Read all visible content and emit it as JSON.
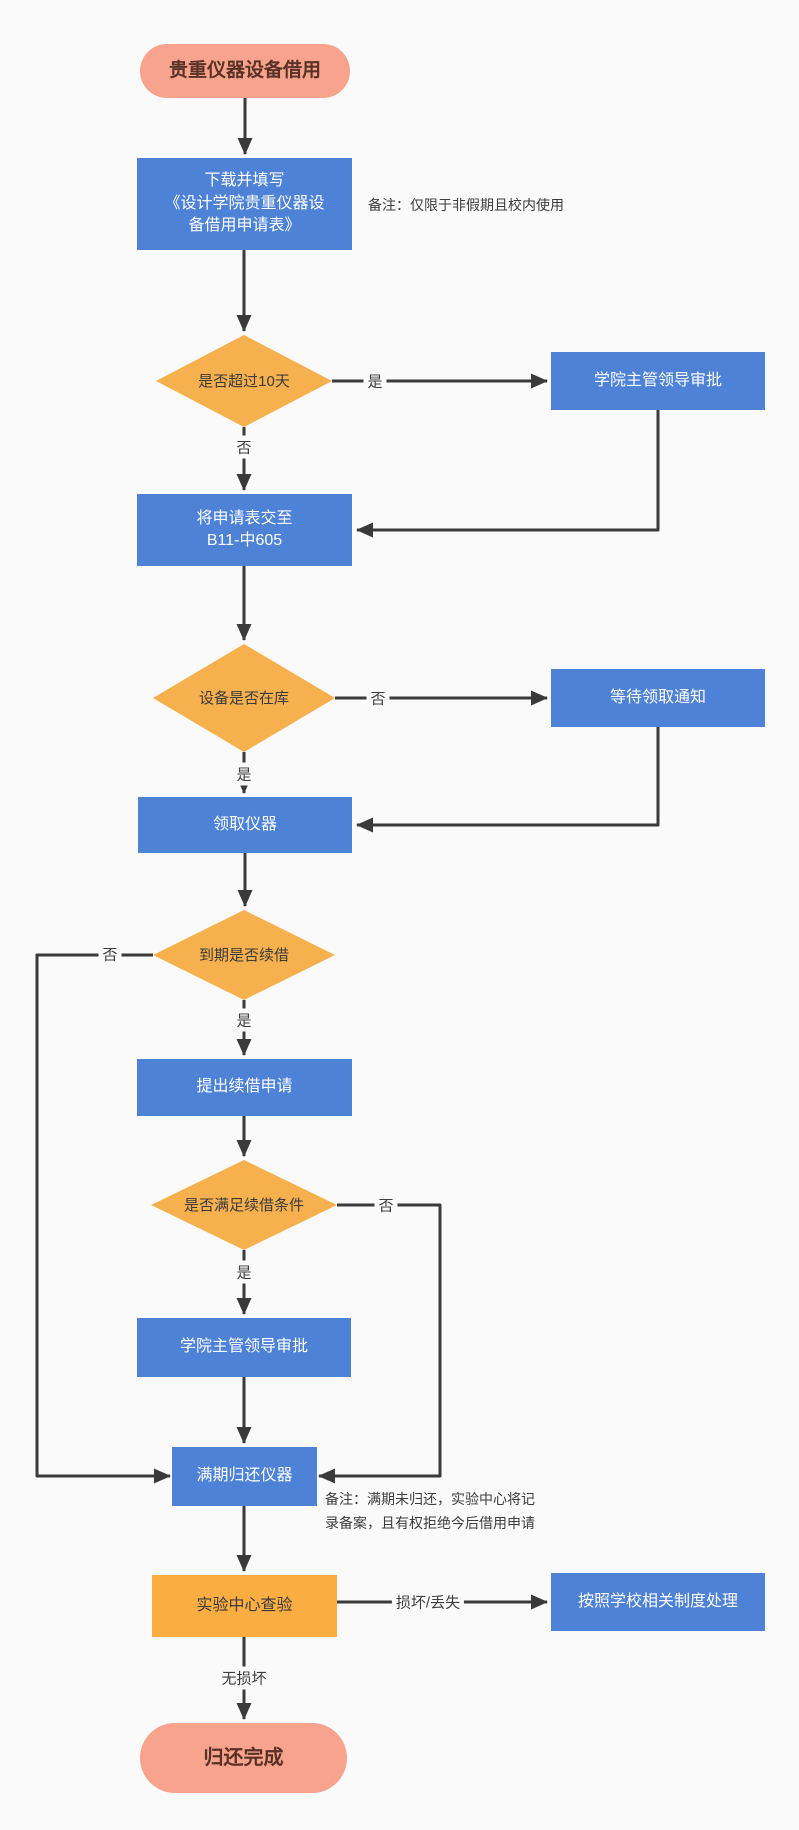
{
  "flow": {
    "nodes": {
      "start": "贵重仪器设备借用",
      "download": "下载并填写\n《设计学院贵重仪器设\n备借用申请表》",
      "decision_over10days": "是否超过10天",
      "approve1": "学院主管领导审批",
      "submit": "将申请表交至\nB11-中605",
      "decision_instock": "设备是否在库",
      "wait_notice": "等待领取通知",
      "pickup": "领取仪器",
      "decision_renew": "到期是否续借",
      "renew_apply": "提出续借申请",
      "decision_renew_ok": "是否满足续借条件",
      "approve2": "学院主管领导审批",
      "return_due": "满期归还仪器",
      "check": "实验中心查验",
      "punish": "按照学校相关制度处理",
      "end": "归还完成"
    },
    "edge_labels": {
      "over10_yes": "是",
      "over10_no": "否",
      "instock_no": "否",
      "instock_yes": "是",
      "renew_no": "否",
      "renew_yes": "是",
      "cond_no": "否",
      "cond_yes": "是",
      "damaged": "损坏/丢失",
      "undamaged": "无损坏"
    },
    "notes": {
      "note1": "备注：仅限于非假期且校内使用",
      "note2": "备注：满期未归还，实验中心将记\n录备案，且有权拒绝今后借用申请"
    },
    "colors": {
      "process_fill": "#4E82D6",
      "decision_fill": "#F7B04E",
      "terminal_fill": "#F7A38D",
      "check_fill": "#FAAE42",
      "connector": "#3A3A3A",
      "background": "#FAFAFA"
    }
  }
}
